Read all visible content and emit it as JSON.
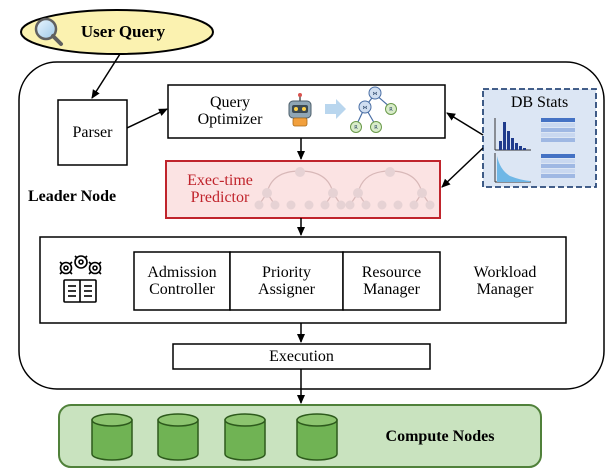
{
  "query": {
    "label": "User Query"
  },
  "leader": {
    "label": "Leader Node"
  },
  "parser": {
    "label": "Parser"
  },
  "optimizer": {
    "line1": "Query",
    "line2": "Optimizer"
  },
  "dbstats": {
    "label": "DB Stats"
  },
  "predictor": {
    "line1": "Exec-time",
    "line2": "Predictor"
  },
  "workload": {
    "admission": {
      "line1": "Admission",
      "line2": "Controller"
    },
    "priority": {
      "line1": "Priority",
      "line2": "Assigner"
    },
    "resource": {
      "line1": "Resource",
      "line2": "Manager"
    },
    "manager": {
      "line1": "Workload",
      "line2": "Manager"
    }
  },
  "execution": {
    "label": "Execution"
  },
  "compute": {
    "label": "Compute Nodes"
  },
  "tree": {
    "root": "⋈",
    "mid": "⋈",
    "leaf1": "R",
    "leaf2": "R",
    "leaf3": "R"
  },
  "colors": {
    "query_fill": "#fbf2b0",
    "query_stroke": "#000000",
    "stats_fill": "#dce6f4",
    "stats_stroke": "#2b4a7a",
    "predictor_fill": "#fbe3e3",
    "predictor_stroke": "#c0242c",
    "compute_fill": "#c9e3bf",
    "compute_stroke": "#50813a",
    "cylinder_fill": "#70b354",
    "cylinder_stroke": "#2d5a1c",
    "node_fill": "#c8c8d0"
  },
  "icons": [
    "magnifier-icon",
    "robot-icon",
    "arrow-right-icon",
    "histogram-icon",
    "distribution-icon",
    "table-icon",
    "gears-book-icon",
    "database-icon"
  ]
}
